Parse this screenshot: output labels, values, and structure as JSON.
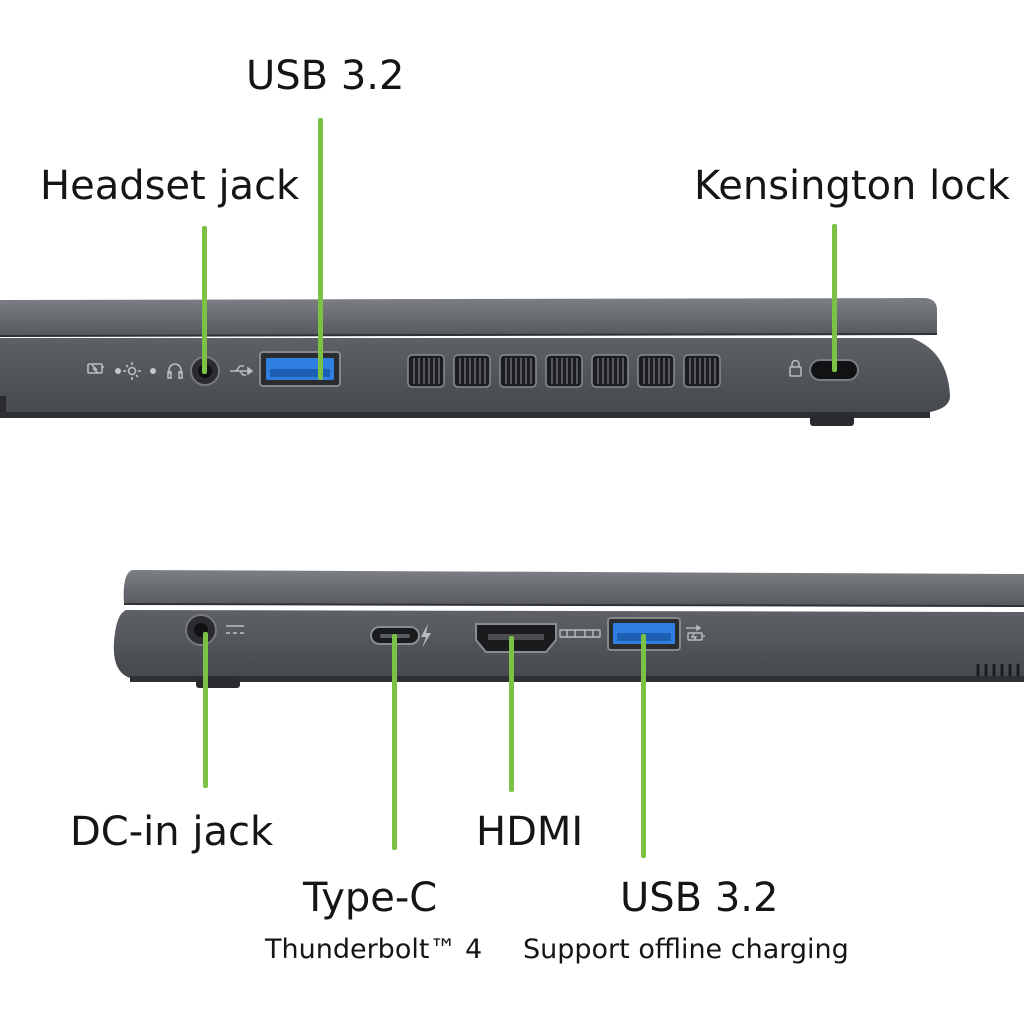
{
  "colors": {
    "callout": "#7bc143",
    "chassis": "#5a5d62",
    "chassis_dark": "#3b3d41",
    "usb_blue": "#2f7fe0"
  },
  "top_view": {
    "labels": {
      "usb": "USB 3.2",
      "headset": "Headset jack",
      "kensington": "Kensington lock"
    },
    "port_icons": [
      "battery-status-icon",
      "power-status-icon",
      "headset-icon",
      "usb-icon",
      "lock-icon"
    ],
    "vent_count": 7
  },
  "bottom_view": {
    "labels": {
      "dc_in": "DC-in jack",
      "type_c": "Type-C",
      "type_c_sub": "Thunderbolt™ 4",
      "hdmi": "HDMI",
      "usb": "USB 3.2",
      "usb_sub": "Support offline charging"
    },
    "port_icons": [
      "dc-power-icon",
      "thunderbolt-icon",
      "hdmi-logo-icon",
      "usb-charging-icon"
    ]
  }
}
